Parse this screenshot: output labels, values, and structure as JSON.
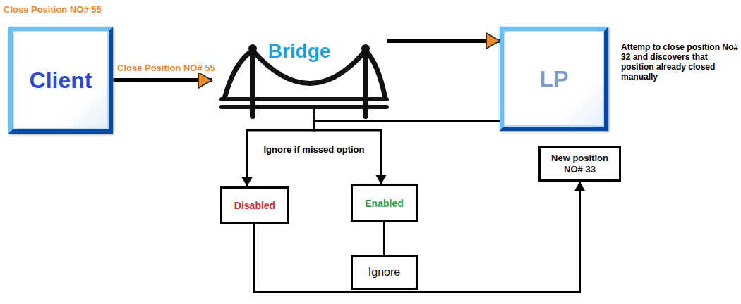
{
  "diagram": {
    "nodes": [
      {
        "text": [
          "Client"
        ]
      },
      {
        "text": [
          "Bridge"
        ]
      },
      {
        "text": [
          "LP"
        ]
      },
      {
        "text": [
          "Disabled"
        ]
      },
      {
        "text": [
          "Enabled"
        ]
      },
      {
        "text": [
          "Ignore"
        ]
      },
      {
        "text": [
          "New position NO# 33"
        ]
      }
    ],
    "edges": [
      {
        "from": 0,
        "to": 1,
        "label": "Close Position NO# 55",
        "arrow": "to"
      },
      {
        "from": 1,
        "to": 2,
        "arrow": "to"
      },
      {
        "from": 2,
        "to": 3,
        "arrow": "to"
      },
      {
        "from": 2,
        "to": 4,
        "arrow": "to"
      },
      {
        "from": 4,
        "to": 5,
        "arrow": "none"
      },
      {
        "from": 3,
        "to": 6,
        "arrow": "to"
      }
    ],
    "labels": [
      "Close Position NO# 55",
      "Attemp to close position No# 32 and discovers that position already closed manually",
      "Ignore if missed option"
    ]
  }
}
